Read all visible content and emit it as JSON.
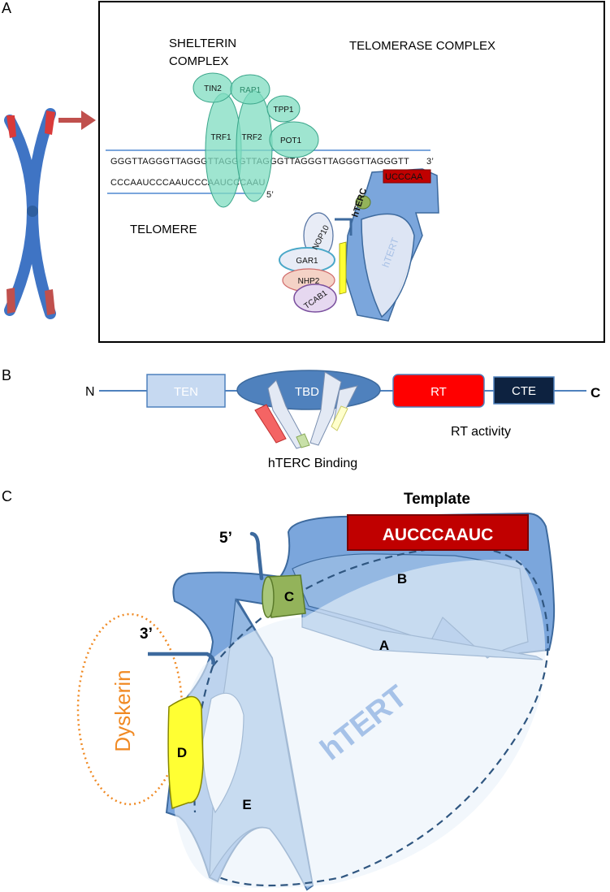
{
  "panels": {
    "a": {
      "letter": "A",
      "shelterin_line1": "SHELTERIN",
      "shelterin_line2": "COMPLEX",
      "telomerase_title": "TELOMERASE COMPLEX",
      "telomere_label": "TELOMERE",
      "strand_top": "GGGTTAGGGTTAGGGTTAGGGTTAGGGTTAGGGTTAGGGTTAGGGTT",
      "strand_top_end": "3’",
      "strand_bottom": "CCCAAUCCCAAUCCCAAUCCCAAU",
      "strand_bottom_end": "5’",
      "proteins": {
        "tin2": "TIN2",
        "rap1": "RAP1",
        "tpp1": "TPP1",
        "pot1": "POT1",
        "trf1": "TRF1",
        "trf2": "TRF2",
        "nop10": "NOP10",
        "gar1": "GAR1",
        "nhp2": "NHP2",
        "tcab1": "TCAB1"
      },
      "template_small": "UCCCAA",
      "hterc_label": "hTERC",
      "htert_label": "hTERT"
    },
    "b": {
      "letter": "B",
      "n_term": "N",
      "c_term": "C",
      "domains": {
        "ten": "TEN",
        "tbd": "TBD",
        "rt": "RT",
        "cte": "CTE"
      },
      "rt_activity": "RT activity",
      "hterc_binding": "hTERC Binding"
    },
    "c": {
      "letter": "C",
      "template_title": "Template",
      "template_seq": "AUCCCAAUC",
      "five_prime": "5’",
      "three_prime": "3’",
      "regions": {
        "a": "A",
        "b": "B",
        "c": "C",
        "d": "D",
        "e": "E"
      },
      "htert_label": "hTERT",
      "dyskerin_label": "Dyskerin"
    }
  },
  "colors": {
    "telomerase_blue": "#7ba6dc",
    "dark_blue": "#3d6a9e",
    "shelterin_green": "#7fdcc0",
    "template_red": "#c00000",
    "rt_red": "#ff0000",
    "cte_navy": "#0d2240",
    "ten_light": "#c6d9f1",
    "chromosome_blue": "#3f74c4",
    "telomere_red": "#d93a3a",
    "dyskerin_orange": "#f08a24",
    "region_d_yellow": "#ffff33",
    "region_c_green": "#93b35a"
  }
}
